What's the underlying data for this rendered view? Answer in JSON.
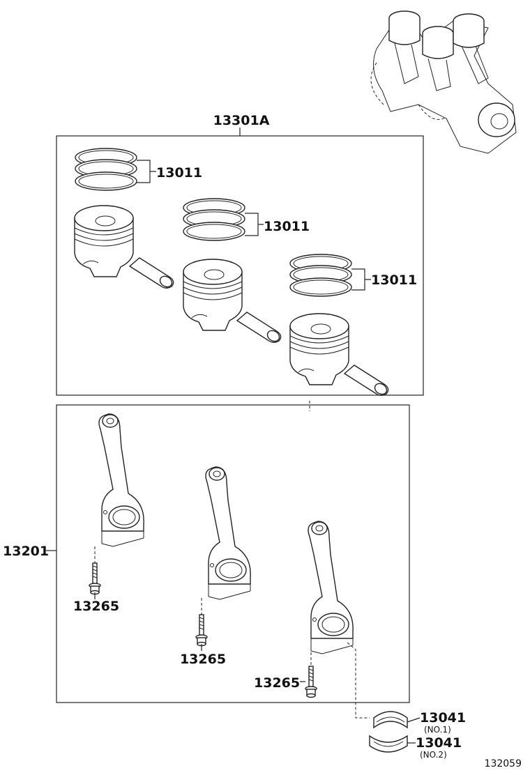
{
  "labels": {
    "piston_set": "13301A",
    "ring_set_1": "13011",
    "ring_set_2": "13011",
    "ring_set_3": "13011",
    "conrod_set": "13201",
    "bolt_1": "13265",
    "bolt_2": "13265",
    "bolt_3": "13265",
    "bearing_1": "13041",
    "bearing_1_sub": "(NO.1)",
    "bearing_2": "13041",
    "bearing_2_sub": "(NO.2)",
    "figure_number": "132059"
  }
}
